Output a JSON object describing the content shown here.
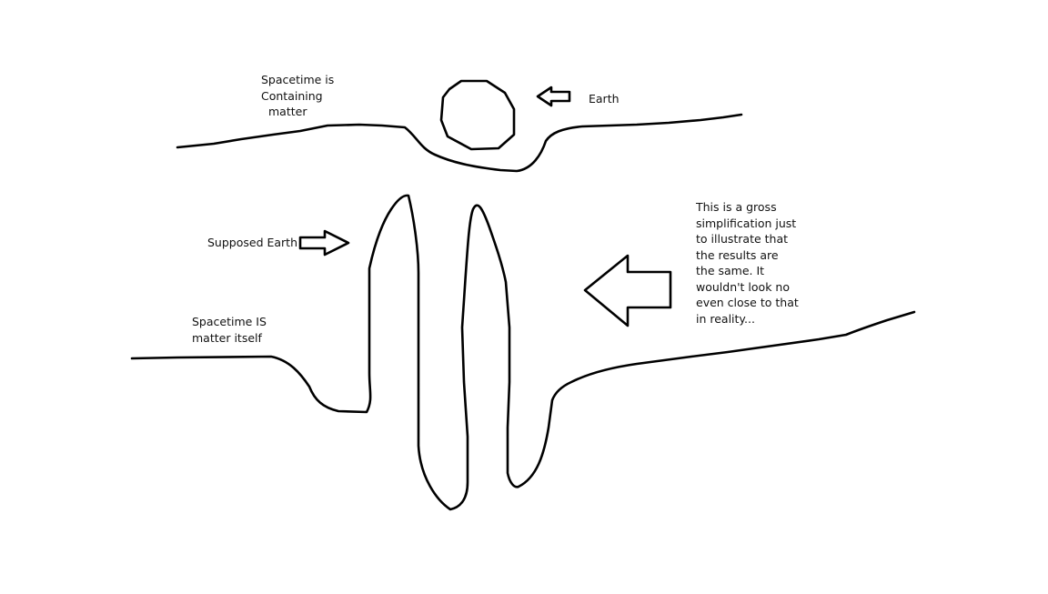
{
  "labels": {
    "containing": {
      "lines": [
        "Spacetime is",
        "Containing",
        "matter"
      ]
    },
    "earth": {
      "text": "Earth"
    },
    "supposed_earth": {
      "text": "Supposed Earth"
    },
    "is_matter": {
      "lines": [
        "Spacetime IS",
        "matter itself"
      ]
    },
    "note": {
      "lines": [
        "This is a gross",
        "simplification just",
        "to illustrate that",
        "the results are",
        "the same. It",
        "wouldn't look no",
        "even close to that",
        "in reality..."
      ]
    }
  },
  "colors": {
    "background": "#ffffff",
    "ink": "#000000"
  }
}
